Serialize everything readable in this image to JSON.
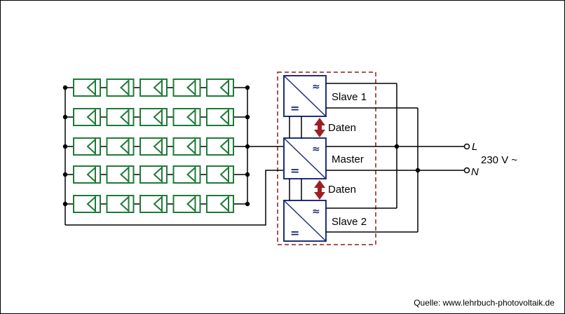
{
  "labels": {
    "slave1": "Slave  1",
    "slave2": "Slave  2",
    "master": "Master",
    "data_top": "Daten",
    "data_bottom": "Daten",
    "line_L": "L",
    "line_N": "N",
    "voltage": "230 V ~"
  },
  "symbols": {
    "ac": "≈",
    "dc": "="
  },
  "source": "Quelle: www.lehrbuch-photovoltaik.de",
  "colors": {
    "module": "#1f7a3a",
    "inverter": "#1f2f7a",
    "arrow": "#a01e22",
    "dashed_box": "#8b1a1f"
  },
  "pv_array": {
    "strings": 5,
    "modules_per_string": 5
  }
}
